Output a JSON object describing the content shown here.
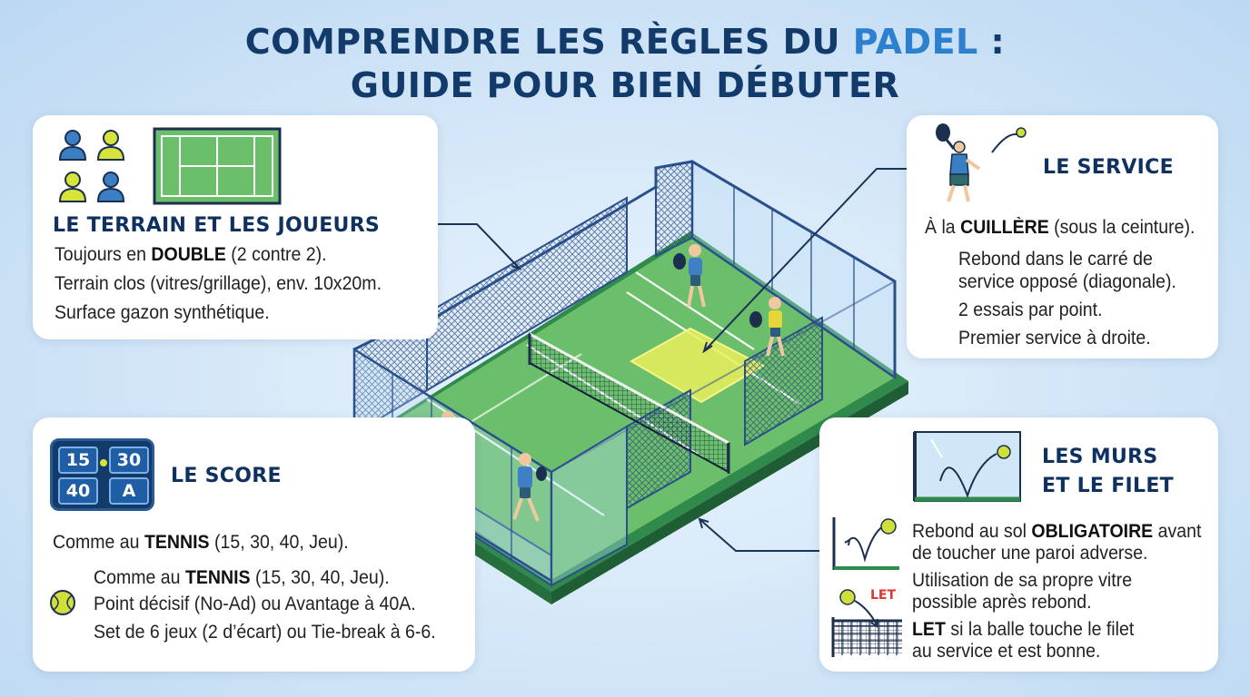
{
  "title": {
    "line1_before": "COMPRENDRE LES RÈGLES DU ",
    "line1_accent": "PADEL",
    "line1_after": " :",
    "line2": "GUIDE POUR BIEN DÉBUTER"
  },
  "terrain": {
    "heading": "LE TERRAIN ET LES JOUEURS",
    "lines": [
      {
        "pre": "Toujours en ",
        "bold": "DOUBLE",
        "post": " (2 contre 2)."
      },
      {
        "pre": "Terrain clos (vitres/grillage), env. 10x20m.",
        "bold": "",
        "post": ""
      },
      {
        "pre": "Surface gazon synthétique.",
        "bold": "",
        "post": ""
      }
    ]
  },
  "service": {
    "heading": "LE SERVICE",
    "lines": [
      {
        "pre": "À la ",
        "bold": "CUILLÈRE",
        "post": " (sous la ceinture)."
      },
      {
        "pre": "Rebond dans le carré de",
        "bold": "",
        "post": ""
      },
      {
        "pre": "service opposé (diagonale).",
        "bold": "",
        "post": ""
      },
      {
        "pre": "2 essais par point.",
        "bold": "",
        "post": ""
      },
      {
        "pre": "Premier service à droite.",
        "bold": "",
        "post": ""
      }
    ]
  },
  "score": {
    "heading": "LE SCORE",
    "board": [
      "15",
      "30",
      "40",
      "A"
    ],
    "lines": [
      {
        "pre": "Comme au ",
        "bold": "TENNIS",
        "post": " (15, 30, 40, Jeu)."
      },
      {
        "pre": "Comme au ",
        "bold": "TENNIS",
        "post": " (15, 30, 40, Jeu)."
      },
      {
        "pre": "Point décisif (No-Ad) ou Avantage à 40A.",
        "bold": "",
        "post": ""
      },
      {
        "pre": "Set de 6 jeux (2 d’écart) ou Tie-break à 6-6.",
        "bold": "",
        "post": ""
      }
    ]
  },
  "murs": {
    "heading_line1": "LES MURS",
    "heading_line2": "ET LE FILET",
    "let_label": "LET",
    "lines": [
      {
        "pre": "Rebond au sol ",
        "bold": "OBLIGATOIRE",
        "post": " avant"
      },
      {
        "pre": "de toucher une paroi adverse.",
        "bold": "",
        "post": ""
      },
      {
        "pre": "Utilisation de sa propre vitre",
        "bold": "",
        "post": ""
      },
      {
        "pre": "possible après rebond.",
        "bold": "",
        "post": ""
      },
      {
        "pre": "",
        "bold": "LET",
        "post": " si la balle touche le filet"
      },
      {
        "pre": "au service et est bonne.",
        "bold": "",
        "post": ""
      }
    ]
  },
  "icons": {
    "players": "players-group-icon",
    "court": "court-plan-icon",
    "server": "server-player-icon",
    "scoreboard": "scoreboard-icon",
    "ball": "tennis-ball-icon",
    "wall": "wall-rebound-icon",
    "net": "net-let-icon"
  },
  "colors": {
    "title": "#123a6b",
    "accent": "#2d7fcf",
    "grass": "#6cbf6a",
    "service_box": "#e9ef5a",
    "ball": "#cfe03a",
    "frame": "#2a4f8c",
    "let": "#d9382e"
  }
}
